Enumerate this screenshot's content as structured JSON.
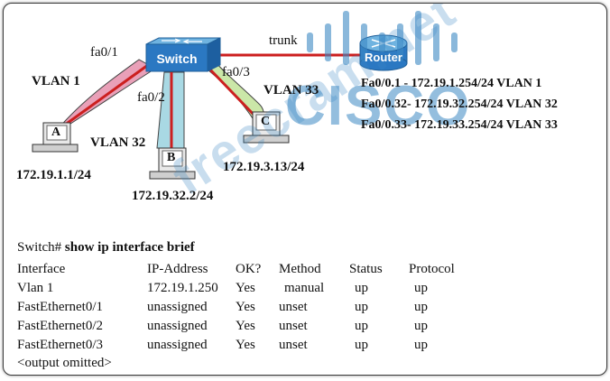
{
  "watermark": {
    "logo_text": "CISCO",
    "site_text": "freecram.net"
  },
  "devices": {
    "switch": "Switch",
    "router": "Router",
    "pc_a": "A",
    "pc_b": "B",
    "pc_c": "C"
  },
  "links": {
    "trunk": "trunk",
    "fa01": "fa0/1",
    "fa02": "fa0/2",
    "fa03": "fa0/3"
  },
  "vlans": {
    "vlan1": "VLAN 1",
    "vlan32": "VLAN 32",
    "vlan33": "VLAN 33"
  },
  "hosts": {
    "a_ip": "172.19.1.1/24",
    "b_ip": "172.19.32.2/24",
    "c_ip": "172.19.3.13/24"
  },
  "router_subifs": [
    "Fa0/0.1 - 172.19.1.254/24 VLAN 1",
    "Fa0/0.32- 172.19.32.254/24 VLAN 32",
    "Fa0/0.33- 172.19.33.254/24 VLAN 33"
  ],
  "cli": {
    "prompt": "Switch#",
    "command": "show ip interface brief",
    "columns": [
      "Interface",
      "IP-Address",
      "OK?",
      "Method",
      "Status",
      "Protocol"
    ],
    "rows": [
      [
        "Vlan 1",
        "172.19.1.250",
        "Yes",
        "manual",
        "up",
        "up"
      ],
      [
        "FastEthernet0/1",
        "unassigned",
        "Yes",
        "unset",
        "up",
        "up"
      ],
      [
        "FastEthernet0/2",
        "unassigned",
        "Yes",
        "unset",
        "up",
        "up"
      ],
      [
        "FastEthernet0/3",
        "unassigned",
        "Yes",
        "unset",
        "up",
        "up"
      ]
    ],
    "footer": "<output omitted>"
  }
}
